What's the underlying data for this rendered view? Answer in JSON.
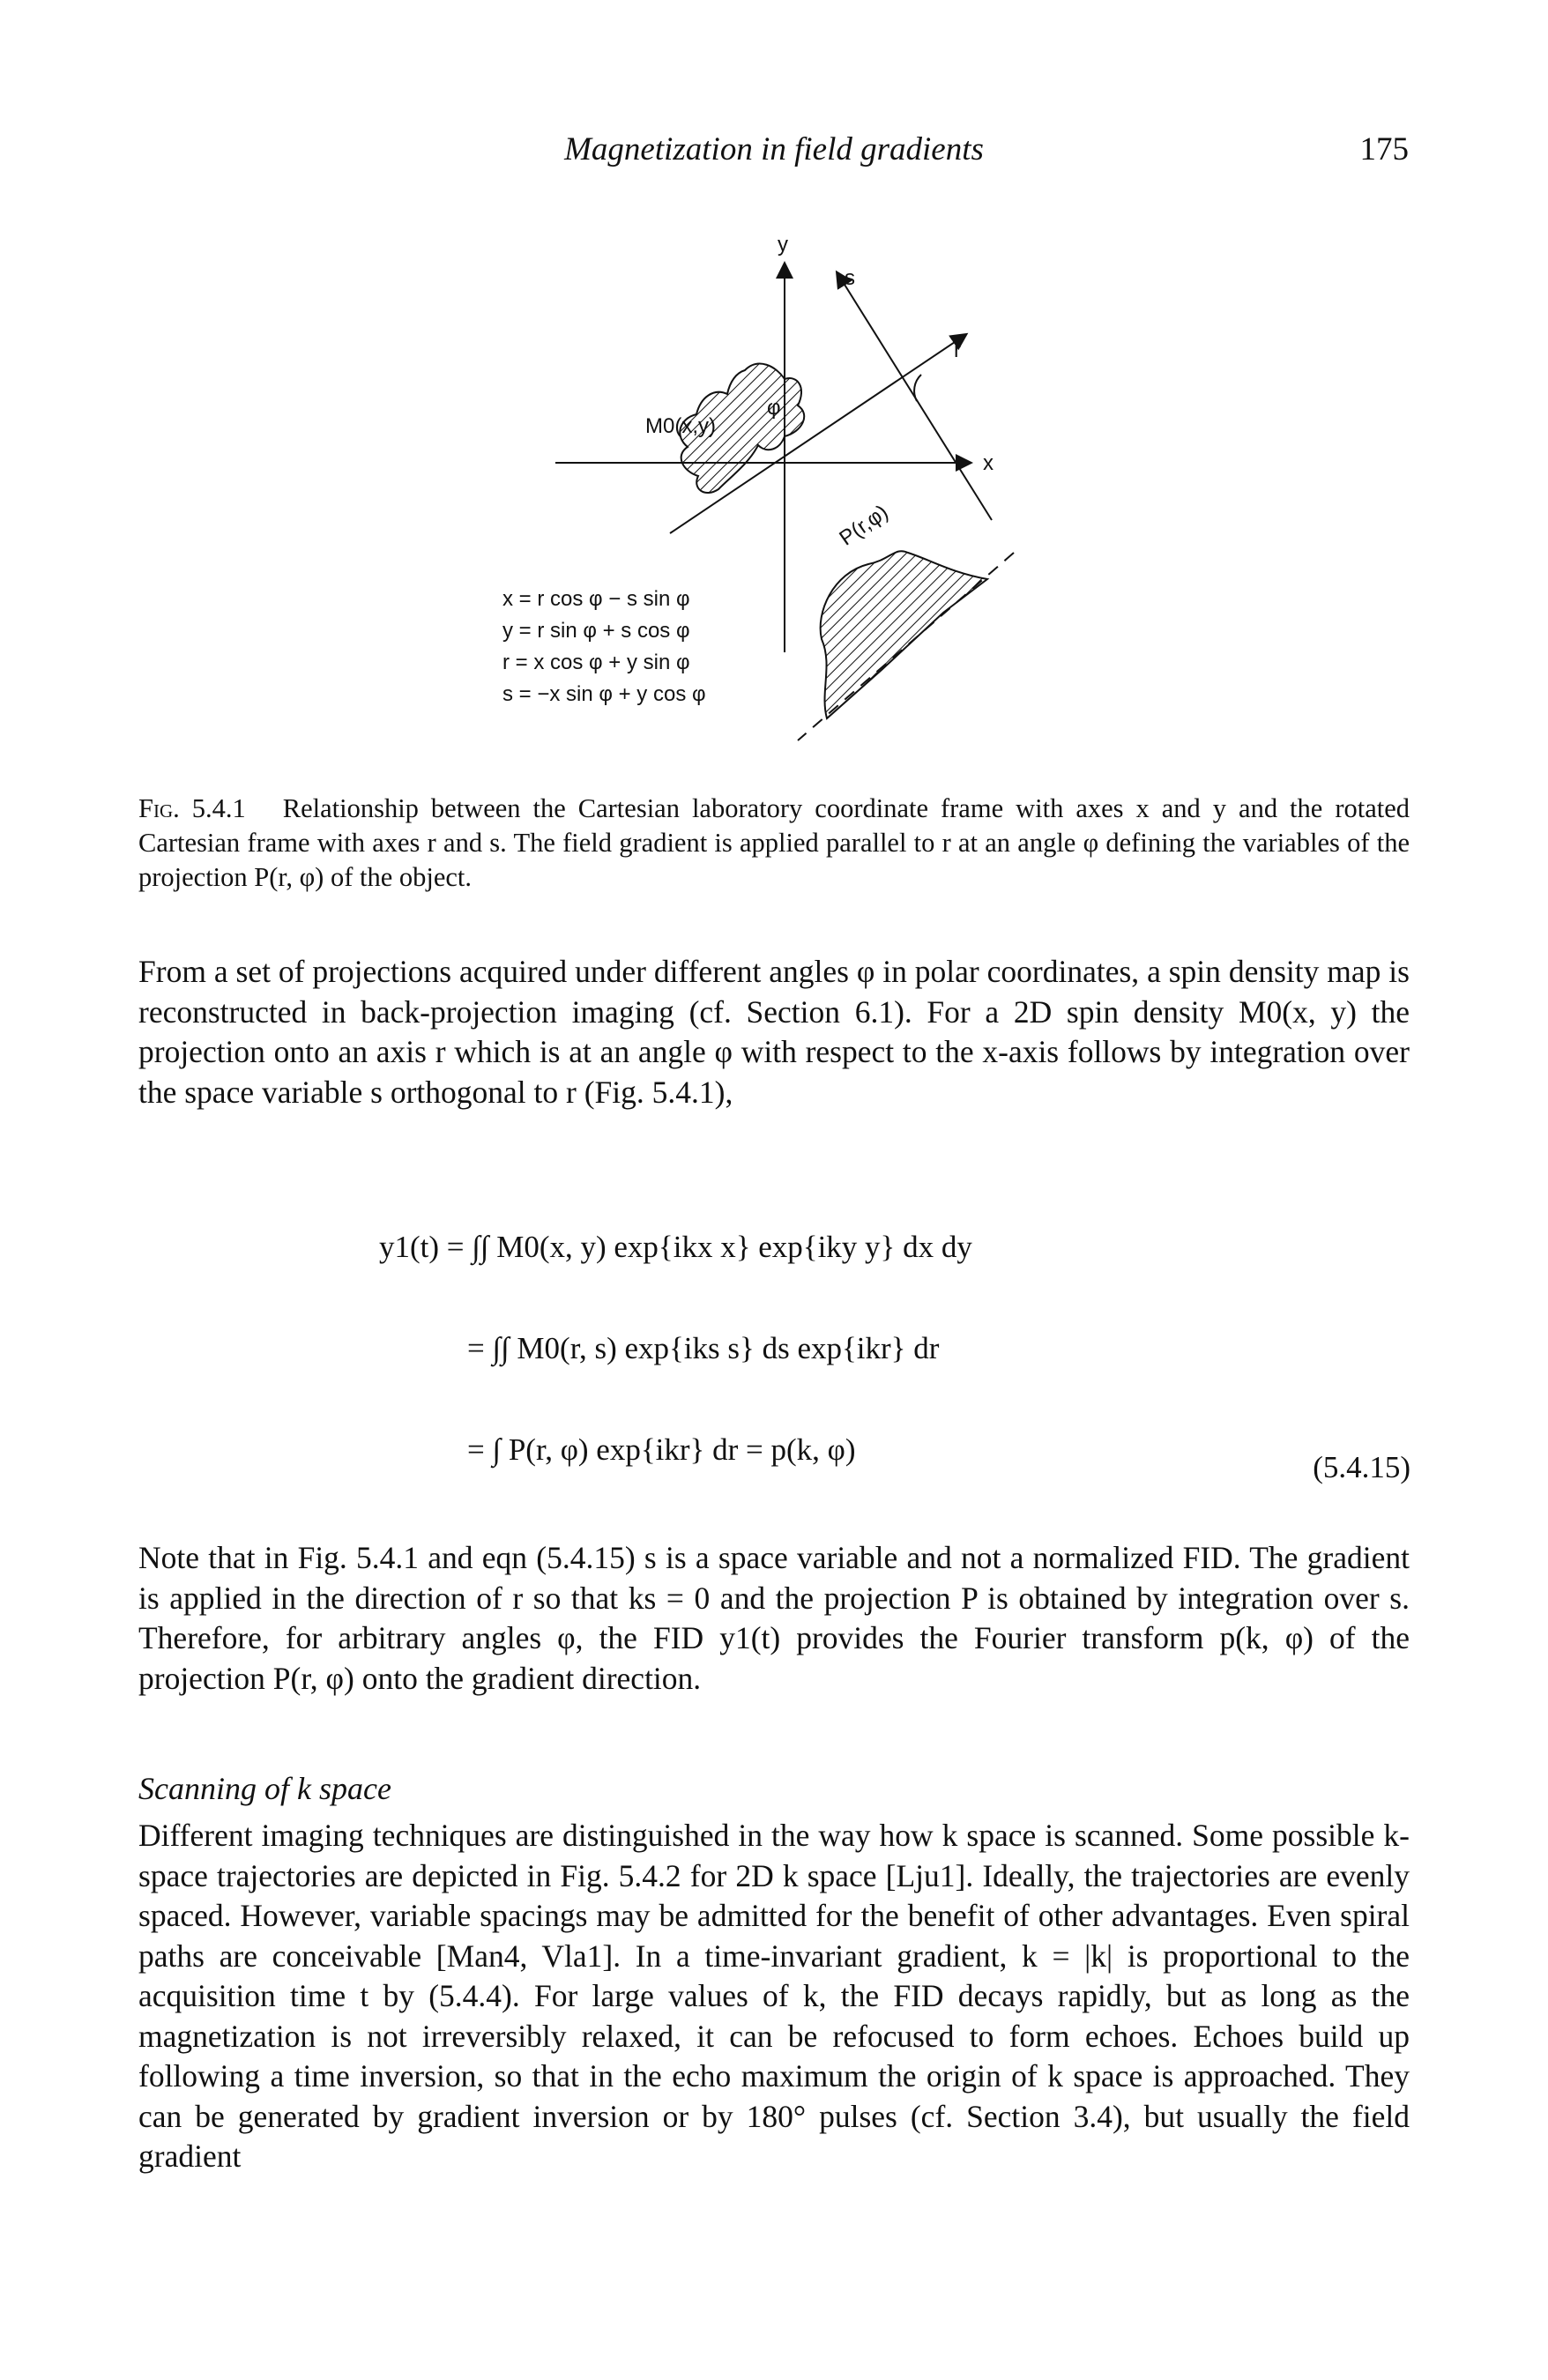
{
  "header": {
    "title": "Magnetization in field gradients",
    "page_number": "175"
  },
  "figure": {
    "labels": {
      "y_axis": "y",
      "x_axis": "x",
      "s_axis": "s",
      "r_axis": "r",
      "object": "M0(x,y)",
      "phi": "φ",
      "projection": "P(r,φ)"
    },
    "equations": [
      "x = r cos φ − s sin φ",
      "y = r sin φ + s cos φ",
      "r = x cos φ + y sin φ",
      "s = −x sin φ + y cos φ"
    ]
  },
  "caption": {
    "label": "Fig. 5.4.1",
    "text": "Relationship between the Cartesian laboratory coordinate frame with axes x and y and the rotated Cartesian frame with axes r and s. The field gradient is applied parallel to r at an angle φ defining the variables of the projection P(r, φ) of the object."
  },
  "paragraph1": "From a set of projections acquired under different angles φ in polar coordinates, a spin density map is reconstructed in back-projection imaging (cf. Section 6.1). For a 2D spin density M0(x, y) the projection onto an axis r which is at an angle φ with respect to the x-axis follows by integration over the space variable s orthogonal to r (Fig. 5.4.1),",
  "equation": {
    "line1": "y1(t) = ∫∫ M0(x, y) exp{ikx x} exp{iky y} dx dy",
    "line2": "= ∫∫ M0(r, s) exp{iks s} ds exp{ikr} dr",
    "line3": "= ∫ P(r, φ) exp{ikr} dr = p(k, φ)",
    "number": "(5.4.15)"
  },
  "paragraph2": "Note that in Fig. 5.4.1 and eqn (5.4.15) s is a space variable and not a normalized FID. The gradient is applied in the direction of r so that ks = 0 and the projection P is obtained by integration over s. Therefore, for arbitrary angles φ, the FID y1(t) provides the Fourier transform p(k, φ) of the projection P(r, φ) onto the gradient direction.",
  "section_heading": "Scanning of k space",
  "paragraph3": "Different imaging techniques are distinguished in the way how k space is scanned. Some possible k-space trajectories are depicted in Fig. 5.4.2 for 2D k space [Lju1]. Ideally, the trajectories are evenly spaced. However, variable spacings may be admitted for the benefit of other advantages. Even spiral paths are conceivable [Man4, Vla1]. In a time-invariant gradient, k = |k| is proportional to the acquisition time t by (5.4.4). For large values of k, the FID decays rapidly, but as long as the magnetization is not irreversibly relaxed, it can be refocused to form echoes. Echoes build up following a time inversion, so that in the echo maximum the origin of k space is approached. They can be generated by gradient inversion or by 180° pulses (cf. Section 3.4), but usually the field gradient"
}
